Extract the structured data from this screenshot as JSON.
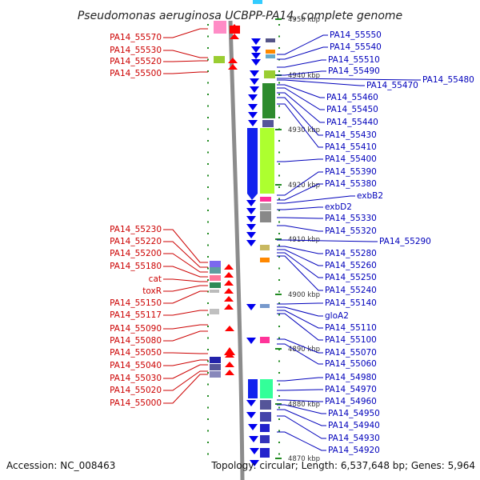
{
  "title": "Pseudomonas aeruginosa UCBPP-PA14, complete genome",
  "footer": {
    "accession": "Accession: NC_008463",
    "topology": "Topology: circular; Length: 6,537,648 bp; Genes: 5,964"
  },
  "colors": {
    "reverse_strand": "#ff0000",
    "forward_strand": "#0000ee",
    "reverse_label": "#cc0000",
    "forward_label": "#0000bb",
    "backbone": "#888888",
    "tick": "#228b22"
  },
  "kbp_ticks": [
    "4950 kbp",
    "4940 kbp",
    "4930 kbp",
    "4920 kbp",
    "4910 kbp",
    "4900 kbp",
    "4890 kbp",
    "4880 kbp",
    "4870 kbp"
  ],
  "left_labels": [
    "PA14_55570",
    "PA14_55530",
    "PA14_55520",
    "PA14_55500",
    "PA14_55230",
    "PA14_55220",
    "PA14_55200",
    "PA14_55180",
    "cat",
    "toxR",
    "PA14_55150",
    "PA14_55117",
    "PA14_55090",
    "PA14_55080",
    "PA14_55050",
    "PA14_55040",
    "PA14_55030",
    "PA14_55020",
    "PA14_55000"
  ],
  "right_labels": [
    "PA14_55550",
    "PA14_55540",
    "PA14_55510",
    "PA14_55490",
    "PA14_55480",
    "PA14_55470",
    "PA14_55460",
    "PA14_55450",
    "PA14_55440",
    "PA14_55430",
    "PA14_55410",
    "PA14_55400",
    "PA14_55390",
    "PA14_55380",
    "exbB2",
    "exbD2",
    "PA14_55330",
    "PA14_55320",
    "PA14_55290",
    "PA14_55280",
    "PA14_55260",
    "PA14_55250",
    "PA14_55240",
    "PA14_55140",
    "gloA2",
    "PA14_55110",
    "PA14_55100",
    "PA14_55070",
    "PA14_55060",
    "PA14_54980",
    "PA14_54970",
    "PA14_54960",
    "PA14_54950",
    "PA14_54940",
    "PA14_54930",
    "PA14_54920"
  ]
}
